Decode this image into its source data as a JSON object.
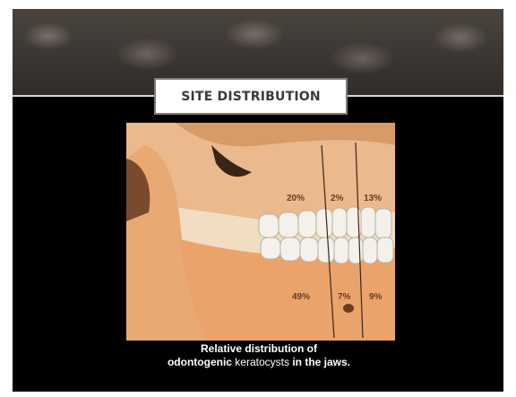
{
  "slide": {
    "title": "SITE DISTRIBUTION"
  },
  "figure": {
    "regions": [
      {
        "label": "20%"
      },
      {
        "label": "2%"
      },
      {
        "label": "13%"
      },
      {
        "label": "49%"
      },
      {
        "label": "7%"
      },
      {
        "label": "9%"
      }
    ]
  },
  "caption": {
    "line1": "Relative distribution of",
    "line2_part1": "odontogenic",
    "line2_part2": " keratocysts",
    "line2_part3": " in the jaws."
  }
}
